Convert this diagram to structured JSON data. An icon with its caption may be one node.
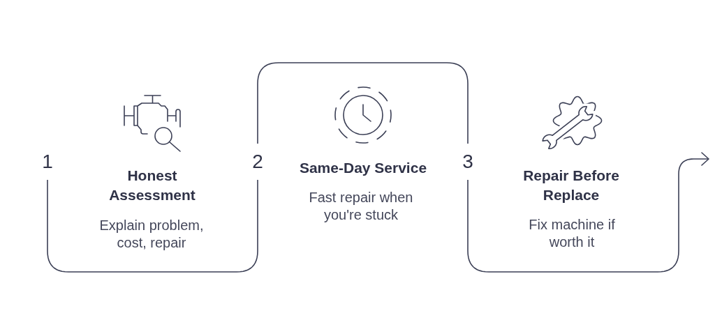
{
  "diagram": {
    "nodes": [
      {
        "text": [
          "1"
        ]
      },
      {
        "text": [
          "2"
        ]
      },
      {
        "text": [
          "3"
        ]
      }
    ],
    "edges": [
      {
        "from": 0,
        "to": 1,
        "arrow": "none"
      },
      {
        "from": 1,
        "to": 2,
        "arrow": "none"
      },
      {
        "from": 2,
        "to": null,
        "arrow": "to"
      }
    ],
    "labels": [
      "Honest Assessment",
      "Explain problem, cost, repair",
      "Same-Day Service",
      "Fast repair when you're stuck",
      "Repair Before Replace",
      "Fix machine if worth it"
    ]
  }
}
